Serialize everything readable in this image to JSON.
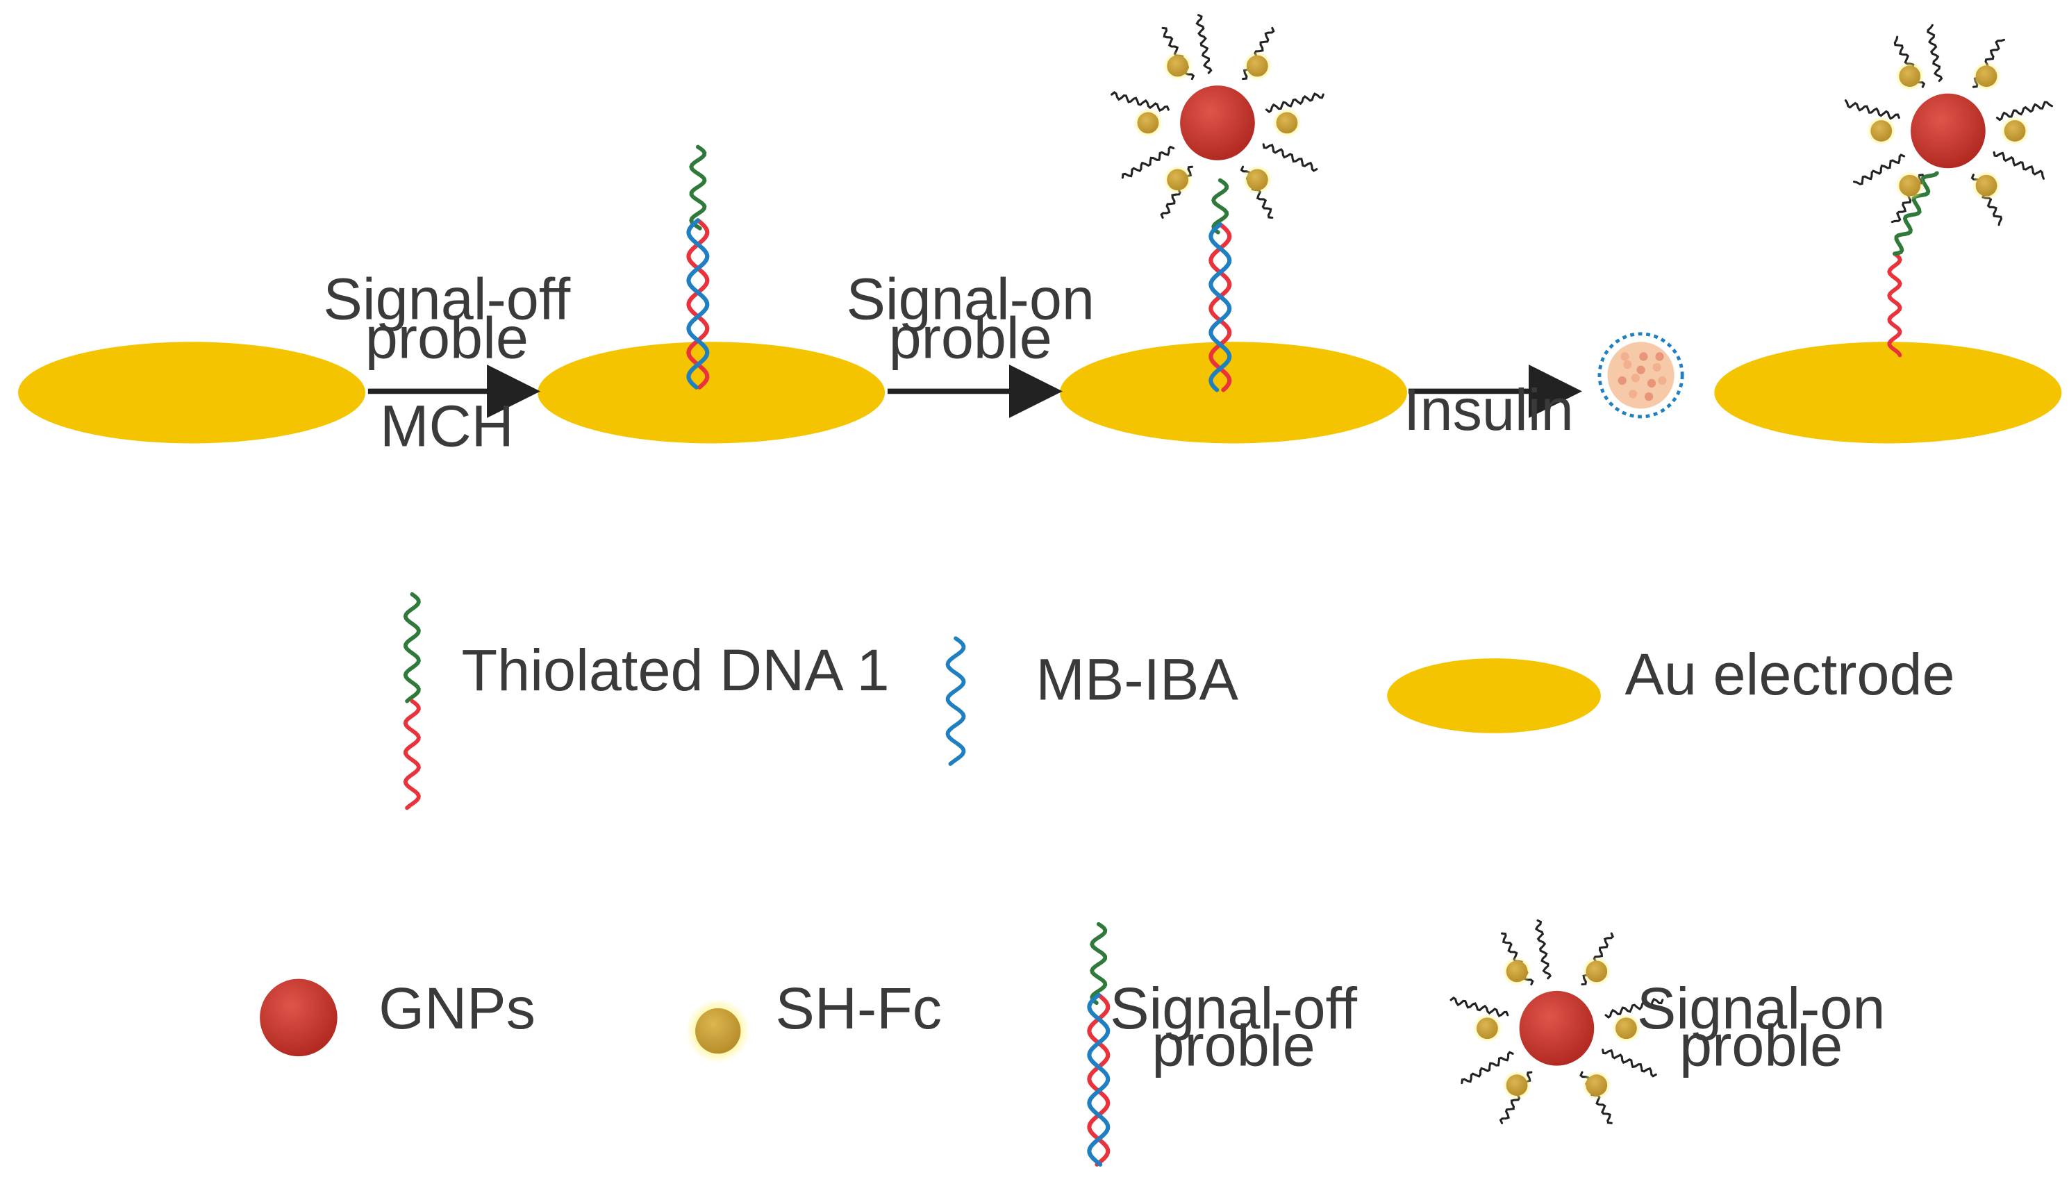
{
  "colors": {
    "electrode": "#f5c400",
    "arrow": "#222222",
    "strand_green": "#2f7a3a",
    "strand_red": "#e8323c",
    "strand_blue": "#1f7fc0",
    "gnp": "#c4322b",
    "shfc": "#c9a23a",
    "shfc_glow": "#fff27a",
    "text": "#3a3a3a"
  },
  "icons": {
    "electrode": "au-electrode-ellipse",
    "dna_single": "thiolated-dna-strand",
    "duplex": "dna-double-helix",
    "gnp": "gold-nanoparticle-sphere",
    "shfc": "ferrocene-bead",
    "insulin": "insulin-molecule"
  },
  "steps": {
    "arrow1": {
      "top": [
        "Signal-off",
        "proble"
      ],
      "bottom": [
        "MCH"
      ]
    },
    "arrow2": {
      "top": [
        "Signal-on",
        "proble"
      ],
      "bottom": []
    },
    "arrow3": {
      "top": [],
      "bottom": [
        "Insulin"
      ]
    }
  },
  "legend": {
    "thiolated_dna": "Thiolated DNA 1",
    "mb_iba": "MB-IBA",
    "au_electrode": "Au electrode",
    "gnps": "GNPs",
    "sh_fc": "SH-Fc",
    "signal_off": [
      "Signal-off",
      "proble"
    ],
    "signal_on": [
      "Signal-on",
      "proble"
    ]
  }
}
